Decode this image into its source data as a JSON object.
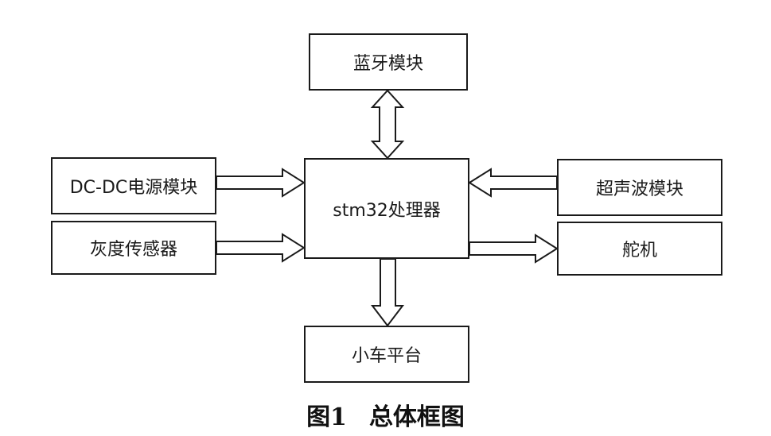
{
  "blocks": {
    "bluetooth": "蓝牙模块",
    "power": "DC-DC电源模块",
    "processor": "stm32处理器",
    "ultrasonic": "超声波模块",
    "gray_sensor": "灰度传感器",
    "servo": "舵机",
    "car_platform": "小车平台"
  },
  "caption": {
    "number": "图1",
    "title": "总体框图"
  }
}
